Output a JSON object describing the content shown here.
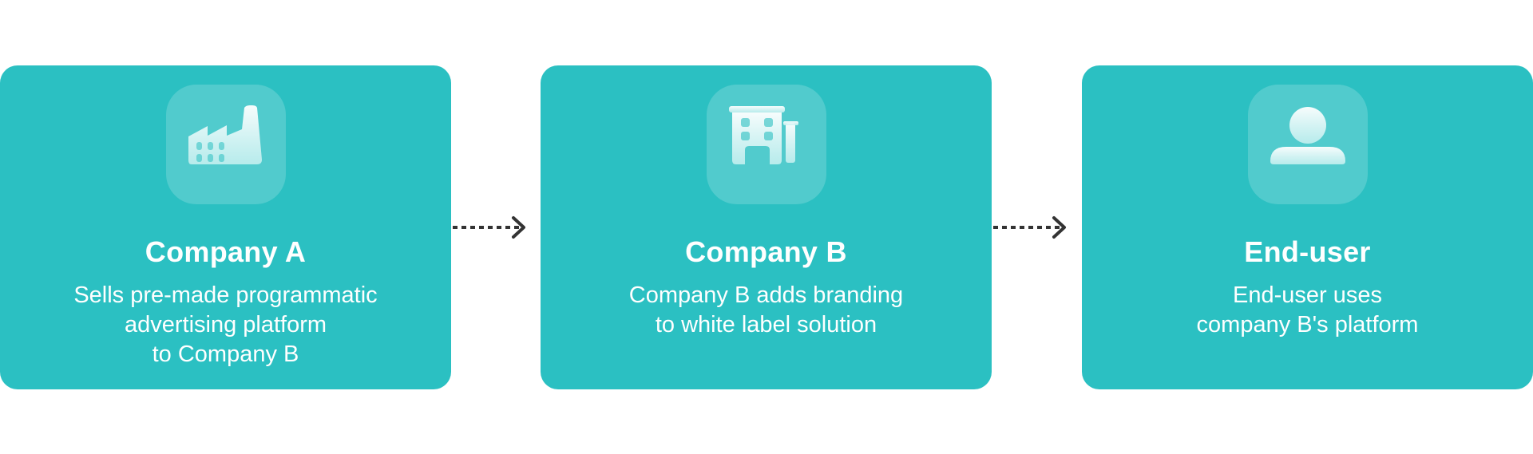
{
  "steps": [
    {
      "icon": "factory-icon",
      "title": "Company A",
      "description": [
        "Sells pre-made programmatic",
        "advertising platform",
        "to Company B"
      ]
    },
    {
      "icon": "office-building-icon",
      "title": "Company B",
      "description": [
        "Company B adds branding",
        "to white label solution"
      ]
    },
    {
      "icon": "user-icon",
      "title": "End-user",
      "description": [
        "End-user uses",
        "company B's platform"
      ]
    }
  ],
  "colors": {
    "card": "#2bc0c2",
    "text": "#ffffff",
    "arrow": "#333333",
    "icon_tile": "rgba(255,255,255,0.18)"
  }
}
